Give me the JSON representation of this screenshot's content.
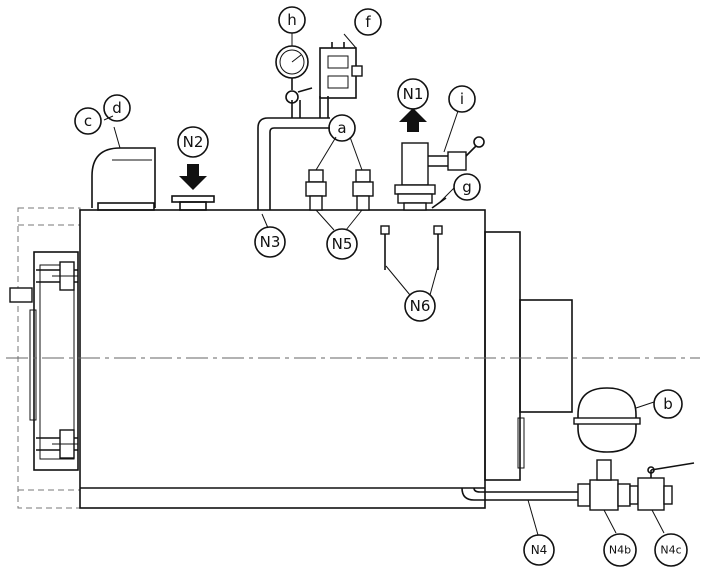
{
  "labels": {
    "a": "a",
    "b": "b",
    "c": "c",
    "d": "d",
    "f": "f",
    "g": "g",
    "h": "h",
    "i": "i",
    "n1": "N1",
    "n2": "N2",
    "n3": "N3",
    "n4": "N4",
    "n4b": "N4b",
    "n4c": "N4c",
    "n5": "N5",
    "n6": "N6"
  },
  "colors": {
    "line": "#111111",
    "background": "#ffffff"
  }
}
